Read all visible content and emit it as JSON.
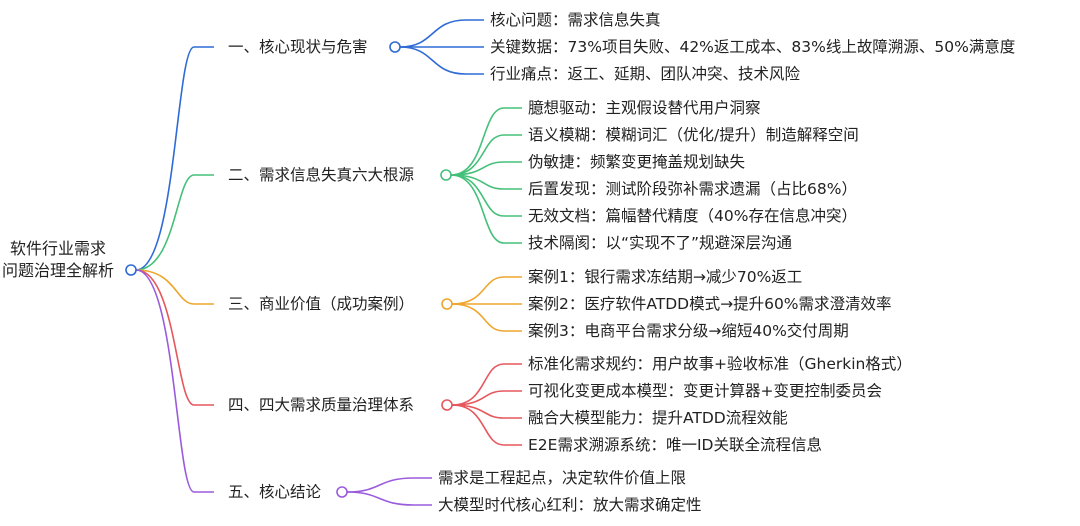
{
  "root": {
    "line1": "软件行业需求",
    "line2": "问题治理全解析"
  },
  "branches": [
    {
      "label": "一、核心现状与危害",
      "color": "#2e6bd6",
      "children": [
        "核心问题：需求信息失真",
        "关键数据：73%项目失败、42%返工成本、83%线上故障溯源、50%满意度",
        "行业痛点：返工、延期、团队冲突、技术风险"
      ]
    },
    {
      "label": "二、需求信息失真六大根源",
      "color": "#45c07a",
      "children": [
        "臆想驱动：主观假设替代用户洞察",
        "语义模糊：模糊词汇（优化/提升）制造解释空间",
        "伪敏捷：频繁变更掩盖规划缺失",
        "后置发现：测试阶段弥补需求遗漏（占比68%）",
        "无效文档：篇幅替代精度（40%存在信息冲突）",
        "技术隔阂：以“实现不了”规避深层沟通"
      ]
    },
    {
      "label": "三、商业价值（成功案例）",
      "color": "#eea62c",
      "children": [
        "案例1：银行需求冻结期→减少70%返工",
        "案例2：医疗软件ATDD模式→提升60%需求澄清效率",
        "案例3：电商平台需求分级→缩短40%交付周期"
      ]
    },
    {
      "label": "四、四大需求质量治理体系",
      "color": "#e5575c",
      "children": [
        "标准化需求规约：用户故事+验收标准（Gherkin格式）",
        "可视化变更成本模型：变更计算器+变更控制委员会",
        "融合大模型能力：提升ATDD流程效能",
        "E2E需求溯源系统：唯一ID关联全流程信息"
      ]
    },
    {
      "label": "五、核心结论",
      "color": "#9a5bdc",
      "children": [
        "需求是工程起点，决定软件价值上限",
        "大模型时代核心红利：放大需求确定性"
      ]
    }
  ]
}
